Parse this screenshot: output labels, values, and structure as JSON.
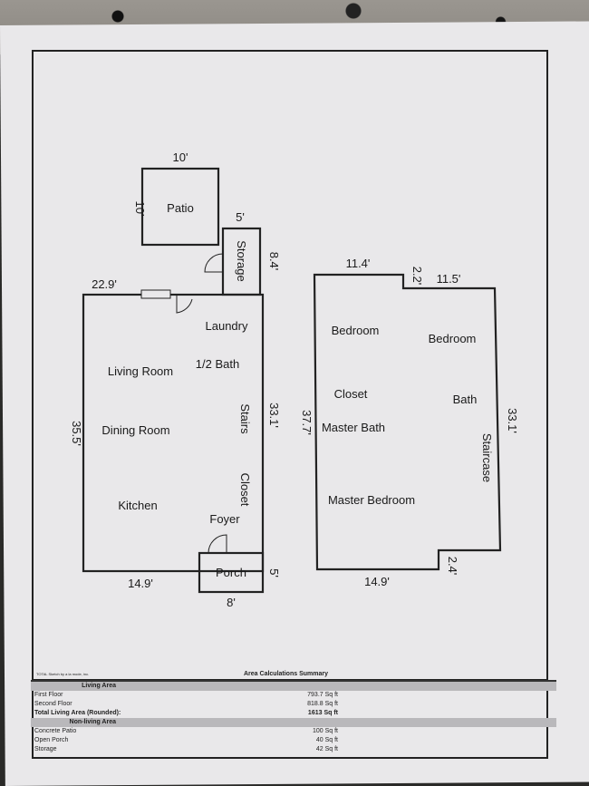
{
  "plan": {
    "first_floor": {
      "rooms": [
        "Patio",
        "Storage",
        "Laundry",
        "1/2 Bath",
        "Living Room",
        "Dining Room",
        "Kitchen",
        "Stairs",
        "Closet",
        "Foyer",
        "Porch"
      ],
      "dimensions": {
        "patio_top": "10'",
        "patio_left": "10'",
        "storage_top": "5'",
        "storage_right": "8.4'",
        "top": "22.9'",
        "left": "35.5'",
        "right": "33.1'",
        "bottom": "14.9'",
        "porch_right": "5'",
        "porch_bottom": "8'"
      }
    },
    "second_floor": {
      "rooms": [
        "Bedroom",
        "Bedroom",
        "Closet",
        "Bath",
        "Master Bath",
        "Staircase",
        "Master Bedroom"
      ],
      "dimensions": {
        "top_left": "11.4'",
        "step": "2.2'",
        "top_right": "11.5'",
        "left": "37.7'",
        "right": "33.1'",
        "bottom": "14.9'",
        "bottom_step": "2.4'"
      }
    }
  },
  "summary": {
    "credit": "TOTAL Sketch by a la mode, inc.",
    "title": "Area Calculations Summary",
    "living_header": "Living Area",
    "living": [
      {
        "label": "First Floor",
        "value": "793.7 Sq ft"
      },
      {
        "label": "Second Floor",
        "value": "818.8 Sq ft"
      }
    ],
    "total_label": "Total Living Area (Rounded):",
    "total_value": "1613 Sq ft",
    "nonliving_header": "Non-living Area",
    "nonliving": [
      {
        "label": "Concrete Patio",
        "value": "100 Sq ft"
      },
      {
        "label": "Open Porch",
        "value": "40 Sq ft"
      },
      {
        "label": "Storage",
        "value": "42 Sq ft"
      }
    ]
  }
}
